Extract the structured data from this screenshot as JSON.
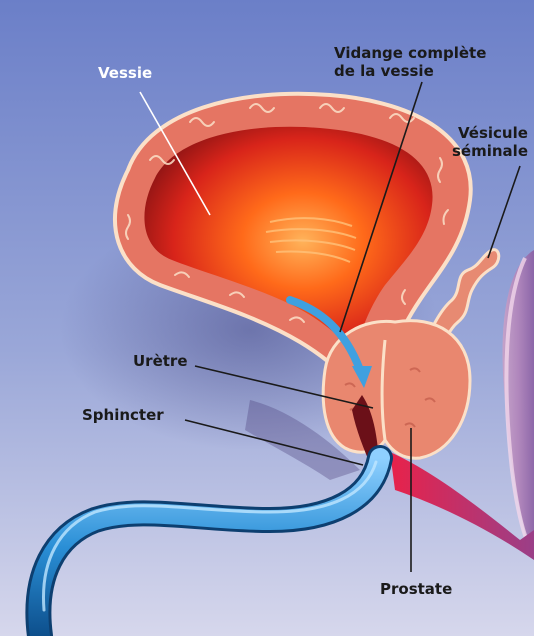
{
  "labels": {
    "vessie": "Vessie",
    "vidange_line1": "Vidange complète",
    "vidange_line2": "de la vessie",
    "vesicule_line1": "Vésicule",
    "vesicule_line2": "séminale",
    "uretre": "Urètre",
    "sphincter": "Sphincter",
    "prostate": "Prostate"
  }
}
